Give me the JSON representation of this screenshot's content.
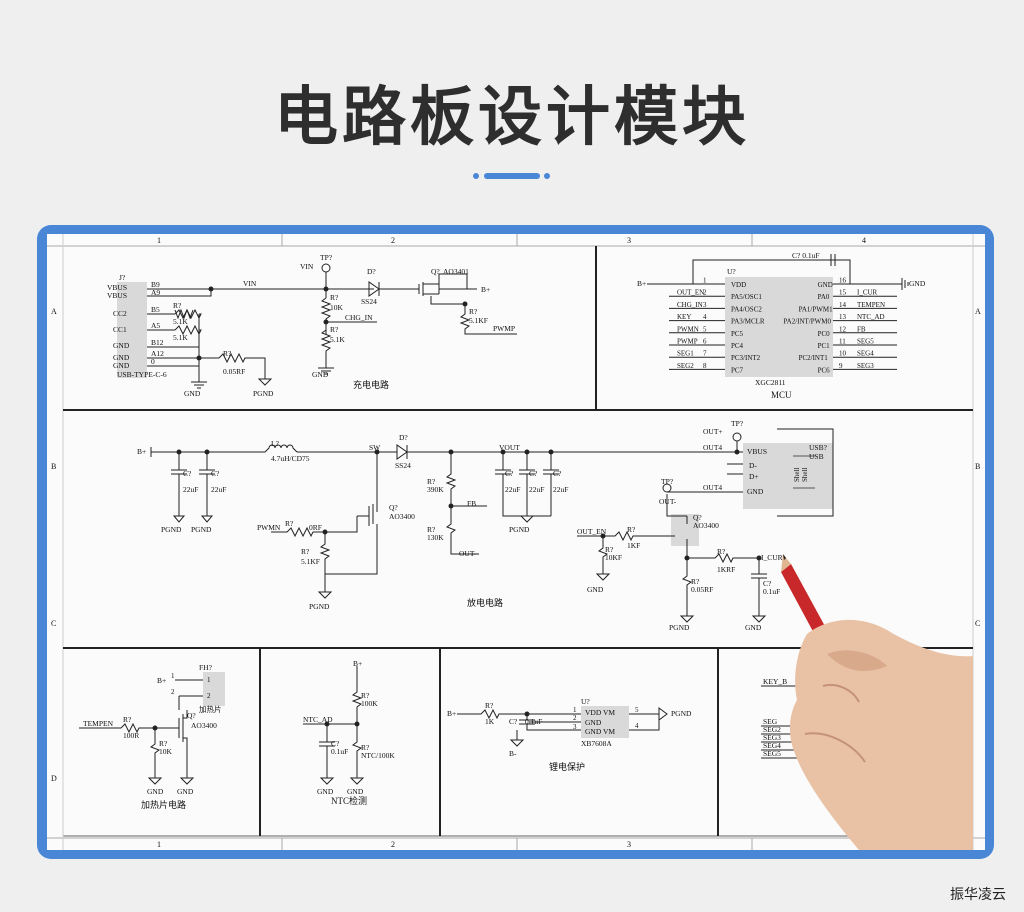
{
  "page": {
    "title": "电路板设计模块",
    "watermark": "振华凌云"
  },
  "accent_color": "#4a86d6",
  "frame": {
    "columns": [
      "1",
      "2",
      "3",
      "4"
    ],
    "rows": [
      "A",
      "B",
      "C",
      "D"
    ]
  },
  "sections": {
    "charge": "充电电路",
    "mcu": "MCU",
    "discharge": "放电电路",
    "heater": "加热片电路",
    "ntc": "NTC检测",
    "battery": "锂电保护"
  },
  "charge": {
    "conn_ref": "J?",
    "conn_name": "USB-TYPE-C-6",
    "pins": [
      "VBUS",
      "VBUS",
      "CC2",
      "CC1",
      "GND",
      "GND",
      "GND"
    ],
    "pin_nums": [
      "B9",
      "A9",
      "B5",
      "A5",
      "B12",
      "A12",
      "0"
    ],
    "r_cc2": "5.1K",
    "r_cc1": "5.1K",
    "r_shunt": "0.05RF",
    "vin": "VIN",
    "tp": "TP?",
    "net_vin": "VIN",
    "r_top": "10K",
    "r_bot": "5.1K",
    "chg_in": "CHG_IN",
    "diode_ref": "D?",
    "diode": "SS24",
    "q_ref": "Q?",
    "q": "AO3401",
    "r_gate": "5.1KF",
    "pwmp": "PWMP",
    "bplus": "B+",
    "gnd": "GND",
    "pgnd": "PGND",
    "rq": "R?"
  },
  "mcu": {
    "ref": "U?",
    "part": "XGC2811",
    "cap": "C? 0.1uF",
    "bplus": "B+",
    "gnd": "GND",
    "left": [
      {
        "net": "",
        "num": "1",
        "pin": "VDD"
      },
      {
        "net": "OUT_EN",
        "num": "2",
        "pin": "PA5/OSC1"
      },
      {
        "net": "CHG_IN",
        "num": "3",
        "pin": "PA4/OSC2"
      },
      {
        "net": "KEY",
        "num": "4",
        "pin": "PA3/MCLR"
      },
      {
        "net": "PWMN",
        "num": "5",
        "pin": "PC5"
      },
      {
        "net": "PWMP",
        "num": "6",
        "pin": "PC4"
      },
      {
        "net": "SEG1",
        "num": "7",
        "pin": "PC3/INT2"
      },
      {
        "net": "SEG2",
        "num": "8",
        "pin": "PC7"
      }
    ],
    "right": [
      {
        "pin": "GND",
        "num": "16",
        "net": ""
      },
      {
        "pin": "PA0",
        "num": "15",
        "net": "I_CUR"
      },
      {
        "pin": "PA1/PWM1",
        "num": "14",
        "net": "TEMPEN"
      },
      {
        "pin": "PA2/INT/PWM0",
        "num": "13",
        "net": "NTC_AD"
      },
      {
        "pin": "PC0",
        "num": "12",
        "net": "FB"
      },
      {
        "pin": "PC1",
        "num": "11",
        "net": "SEG5"
      },
      {
        "pin": "PC2/INT1",
        "num": "10",
        "net": "SEG4"
      },
      {
        "pin": "PC6",
        "num": "9",
        "net": "SEG3"
      }
    ]
  },
  "discharge": {
    "bplus": "B+",
    "l": "L?",
    "l_val": "4.7uH/CD75",
    "sw": "SW",
    "d_ref": "D?",
    "d": "SS24",
    "vout": "VOUT",
    "fb": "FB",
    "out_minus": "OUT-",
    "cap": "C?",
    "cap_val": "22uF",
    "r_top": "390K",
    "r_bot": "130K",
    "q_ref": "Q?",
    "q": "AO3400",
    "pwmn": "PWMN",
    "r_gate": "0RF",
    "r_pd": "5.1KF",
    "pgnd": "PGND",
    "gnd": "GND",
    "tp1": "TP?",
    "out_plus": "OUT+",
    "out4": "OUT4",
    "usb_ref": "USB?",
    "usb": "USB",
    "usb_pins": [
      "VBUS",
      "D-",
      "D+",
      "GND"
    ],
    "shell": "Shell",
    "tp2": "TP?",
    "out_minus2": "OUT-",
    "q2_ref": "Q?",
    "q2": "AO3400",
    "out_en": "OUT_EN",
    "r_en": "1KF",
    "r_pd2": "10KF",
    "i_cur": "I_CUR",
    "r_cur": "1KRF",
    "c_cur": "0.1uF",
    "r_shunt": "0.05RF",
    "r": "R?"
  },
  "heater": {
    "bplus": "B+",
    "fh": "FH?",
    "fh_name": "加热片",
    "tempen": "TEMPEN",
    "r1": "100R",
    "r2": "10K",
    "q": "AO3400",
    "q_ref": "Q?",
    "gnd": "GND",
    "r": "R?"
  },
  "ntc": {
    "bplus": "B+",
    "r1": "100K",
    "ntc_ad": "NTC_AD",
    "cap": "0.1uF",
    "ntc": "NTC/100K",
    "gnd": "GND",
    "r": "R?",
    "c": "C?"
  },
  "battery": {
    "bplus": "B+",
    "r": "1K",
    "cap": "0.1uF",
    "bminus": "B-",
    "pins": [
      "VDD VM",
      "GND",
      "GND VM"
    ],
    "part": "XB7608A",
    "ref": "U?",
    "pgnd": "PGND",
    "nums": [
      "1",
      "2",
      "3",
      "5",
      "4"
    ],
    "rref": "R?",
    "cref": "C?"
  },
  "partial": {
    "key": "KEY_B",
    "segs": [
      "SEG",
      "SEG2",
      "SEG3",
      "SEG4",
      "SEG5"
    ]
  }
}
